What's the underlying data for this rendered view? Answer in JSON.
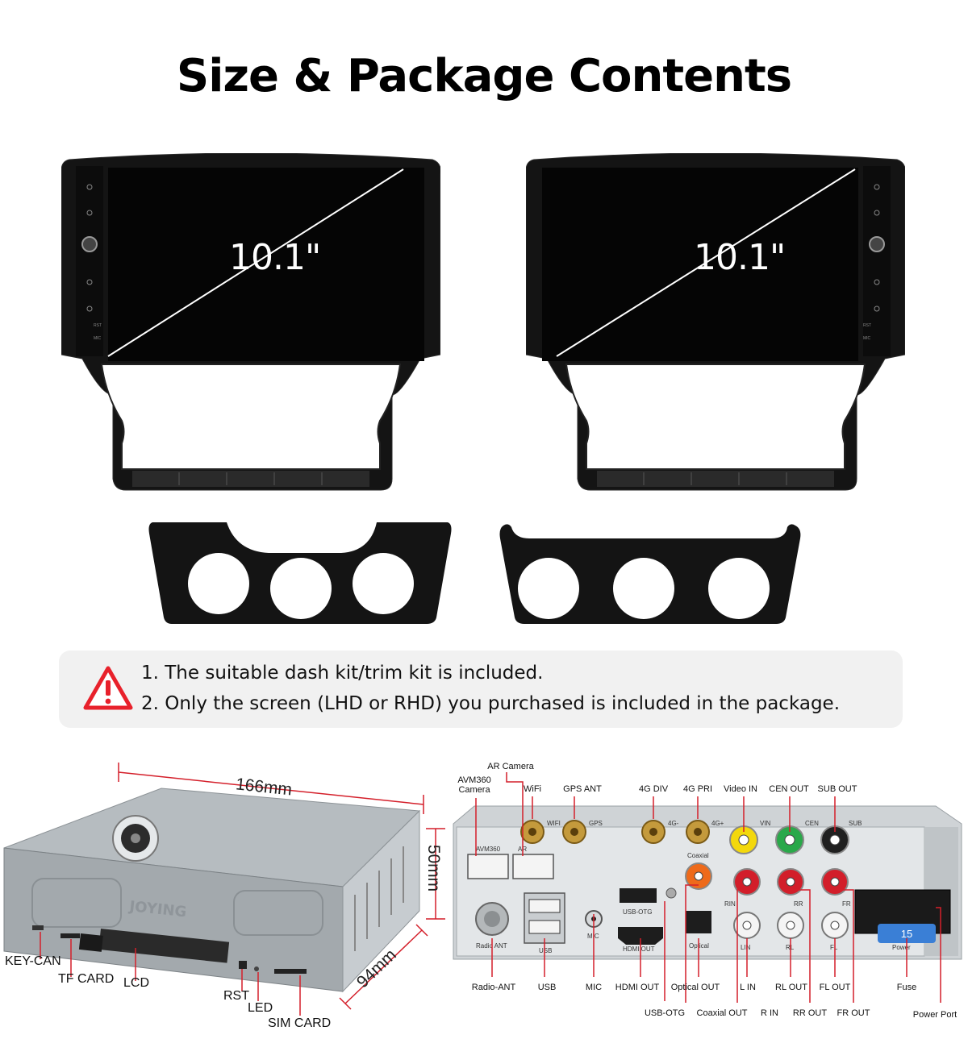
{
  "title": "Size & Package Contents",
  "screens": [
    {
      "diagonal": "10.1\"",
      "side_buttons": [
        "RST",
        "MIC"
      ]
    },
    {
      "diagonal": "10.1\"",
      "side_buttons": [
        "RST",
        "MIC"
      ]
    }
  ],
  "notice": {
    "icon": "warning-triangle-icon",
    "icon_color": "#e8212b",
    "lines": [
      "1. The suitable dash kit/trim kit is included.",
      "2. Only the screen (LHD or RHD) you purchased is included in the package."
    ]
  },
  "unit_box": {
    "brand": "JOYING",
    "dimensions": {
      "length": "166mm",
      "height": "50mm",
      "depth": "94mm"
    },
    "ports": [
      "KEY-CAN",
      "TF CARD",
      "LCD",
      "RST",
      "LED",
      "SIM CARD"
    ]
  },
  "rear_panel": {
    "top_labels": [
      "AR Camera",
      "AVM360 Camera",
      "WiFi",
      "GPS ANT",
      "4G DIV",
      "4G PRI",
      "Video IN",
      "CEN OUT",
      "SUB OUT"
    ],
    "bottom_labels": [
      "Radio-ANT",
      "USB",
      "MIC",
      "HDMI OUT",
      "Optical OUT",
      "L IN",
      "RL OUT",
      "FL OUT",
      "Fuse"
    ],
    "lower_labels": [
      "USB-OTG",
      "Coaxial OUT",
      "R IN",
      "RR OUT",
      "FR OUT",
      "Power Port"
    ],
    "panel_markings": [
      "AVM360",
      "AR",
      "WIFI",
      "GPS",
      "4G-",
      "4G+",
      "VIN",
      "CEN",
      "SUB",
      "Coaxial",
      "RIN",
      "RR",
      "FR",
      "USB-OTG",
      "Radio ANT",
      "USB",
      "MIC",
      "HDMI OUT",
      "Optical",
      "LIN",
      "RL",
      "FL",
      "Power",
      "15"
    ]
  }
}
